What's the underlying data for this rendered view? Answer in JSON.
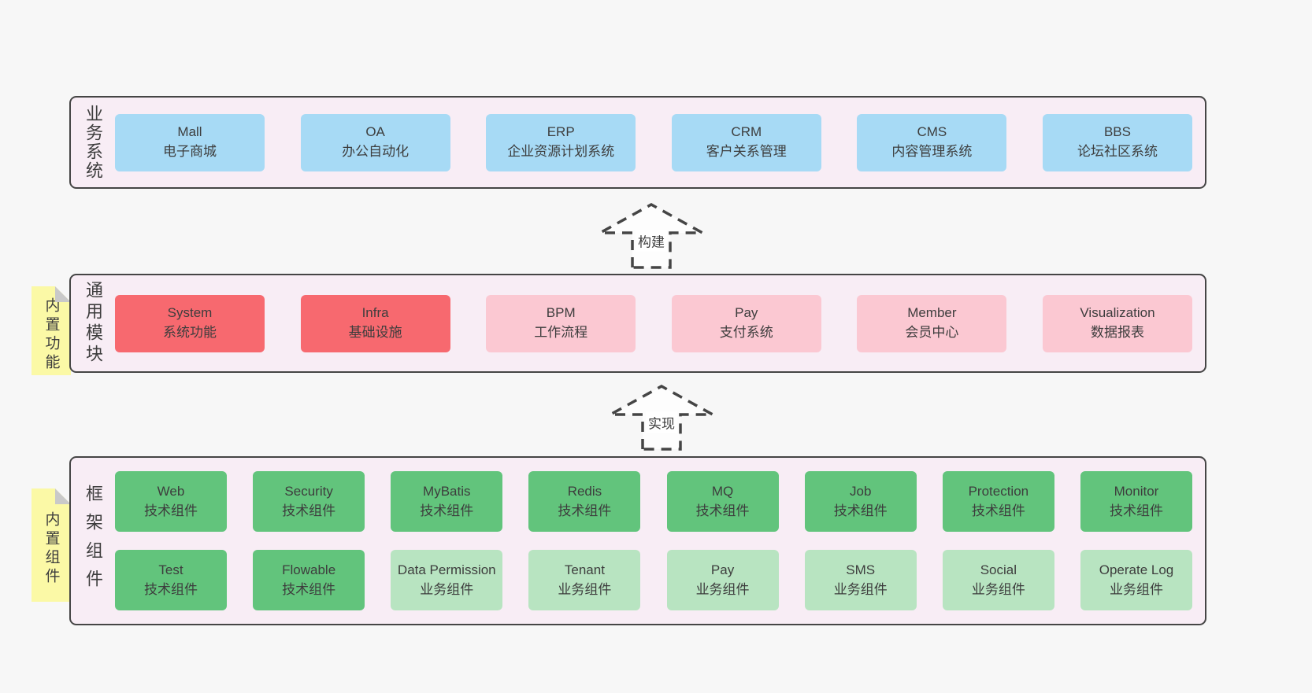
{
  "colors": {
    "page_bg": "#f7f7f7",
    "layer_bg": "#f8edf5",
    "layer_border": "#454545",
    "blue": "#a7daf5",
    "red": "#f7696f",
    "pink": "#fbc8d2",
    "green": "#62c47c",
    "light_green": "#b8e4c1",
    "sticky": "#fbf9a6",
    "sticky_fold": "#c9c9c9",
    "text": "#3d3d3d"
  },
  "arrows": [
    {
      "label": "构建"
    },
    {
      "label": "实现"
    }
  ],
  "layers": [
    {
      "label": "业务系统",
      "boxes": [
        {
          "title": "Mall",
          "subtitle": "电子商城",
          "variant": "blue"
        },
        {
          "title": "OA",
          "subtitle": "办公自动化",
          "variant": "blue"
        },
        {
          "title": "ERP",
          "subtitle": "企业资源计划系统",
          "variant": "blue"
        },
        {
          "title": "CRM",
          "subtitle": "客户关系管理",
          "variant": "blue"
        },
        {
          "title": "CMS",
          "subtitle": "内容管理系统",
          "variant": "blue"
        },
        {
          "title": "BBS",
          "subtitle": "论坛社区系统",
          "variant": "blue"
        }
      ]
    },
    {
      "label": "通用模块",
      "sticky": "内置功能",
      "boxes": [
        {
          "title": "System",
          "subtitle": "系统功能",
          "variant": "red"
        },
        {
          "title": "Infra",
          "subtitle": "基础设施",
          "variant": "red"
        },
        {
          "title": "BPM",
          "subtitle": "工作流程",
          "variant": "pink"
        },
        {
          "title": "Pay",
          "subtitle": "支付系统",
          "variant": "pink"
        },
        {
          "title": "Member",
          "subtitle": "会员中心",
          "variant": "pink"
        },
        {
          "title": "Visualization",
          "subtitle": "数据报表",
          "variant": "pink"
        }
      ]
    },
    {
      "label": "框架组件",
      "sticky": "内置组件",
      "rows": [
        [
          {
            "title": "Web",
            "subtitle": "技术组件",
            "variant": "green"
          },
          {
            "title": "Security",
            "subtitle": "技术组件",
            "variant": "green"
          },
          {
            "title": "MyBatis",
            "subtitle": "技术组件",
            "variant": "green"
          },
          {
            "title": "Redis",
            "subtitle": "技术组件",
            "variant": "green"
          },
          {
            "title": "MQ",
            "subtitle": "技术组件",
            "variant": "green"
          },
          {
            "title": "Job",
            "subtitle": "技术组件",
            "variant": "green"
          },
          {
            "title": "Protection",
            "subtitle": "技术组件",
            "variant": "green"
          },
          {
            "title": "Monitor",
            "subtitle": "技术组件",
            "variant": "green"
          }
        ],
        [
          {
            "title": "Test",
            "subtitle": "技术组件",
            "variant": "green"
          },
          {
            "title": "Flowable",
            "subtitle": "技术组件",
            "variant": "green"
          },
          {
            "title": "Data Permission",
            "subtitle": "业务组件",
            "variant": "lightgreen"
          },
          {
            "title": "Tenant",
            "subtitle": "业务组件",
            "variant": "lightgreen"
          },
          {
            "title": "Pay",
            "subtitle": "业务组件",
            "variant": "lightgreen"
          },
          {
            "title": "SMS",
            "subtitle": "业务组件",
            "variant": "lightgreen"
          },
          {
            "title": "Social",
            "subtitle": "业务组件",
            "variant": "lightgreen"
          },
          {
            "title": "Operate Log",
            "subtitle": "业务组件",
            "variant": "lightgreen"
          }
        ]
      ]
    }
  ]
}
